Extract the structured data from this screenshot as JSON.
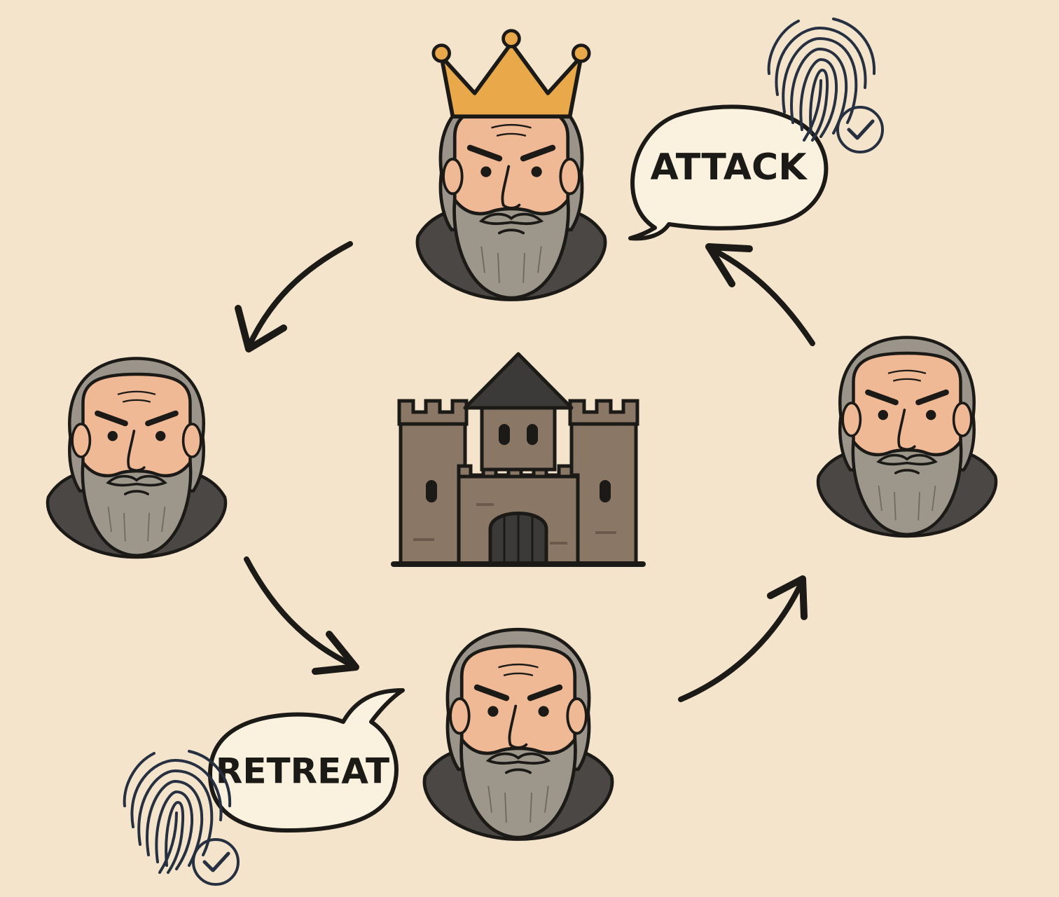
{
  "diagram": {
    "background": "#f3e4cb",
    "ink": "#1c1a17",
    "colors": {
      "crown": "#e9a94a",
      "skin": "#efb995",
      "traitor_skin": "#d65d45",
      "hair": "#9b948a",
      "beard": "#9c968b",
      "cloak": "#4a4744",
      "castle": "#8a7766",
      "castle_roof": "#3c3a38",
      "bubble_fill": "#fbf1df"
    },
    "nodes": [
      {
        "id": "king",
        "icon": "crowned-general-icon",
        "role": "commander"
      },
      {
        "id": "left",
        "icon": "general-icon",
        "role": "lieutenant"
      },
      {
        "id": "right",
        "icon": "general-icon",
        "role": "lieutenant"
      },
      {
        "id": "bottom",
        "icon": "red-faced-general-icon",
        "role": "traitor"
      }
    ],
    "center": {
      "icon": "castle-icon"
    },
    "messages": [
      {
        "from": "king",
        "text": "ATTACK",
        "signature_icon": "fingerprint-verified-icon"
      },
      {
        "from": "bottom",
        "text": "RETREAT",
        "signature_icon": "fingerprint-verified-icon"
      }
    ],
    "edges": [
      {
        "from": "king",
        "to": "left"
      },
      {
        "from": "left",
        "to": "bottom"
      },
      {
        "from": "bottom",
        "to": "right"
      },
      {
        "from": "right",
        "to": "king"
      }
    ]
  }
}
